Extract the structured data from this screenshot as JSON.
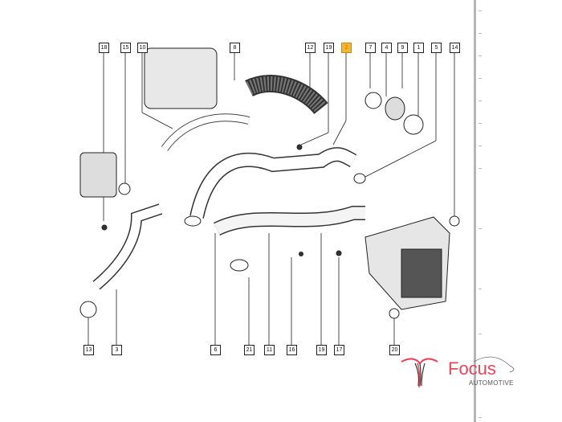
{
  "diagram": {
    "top_labels": [
      "18",
      "15",
      "10",
      "8",
      "12",
      "19",
      "2",
      "7",
      "4",
      "9",
      "1",
      "5",
      "14"
    ],
    "bottom_labels": [
      "13",
      "3",
      "6",
      "21",
      "11",
      "16",
      "19",
      "17",
      "20"
    ],
    "highlighted_label": "2",
    "highlight_color": "#f5b731"
  },
  "logo": {
    "name": "Focus",
    "subtitle": "AUTOMOTIVE",
    "color": "#e8455a"
  }
}
